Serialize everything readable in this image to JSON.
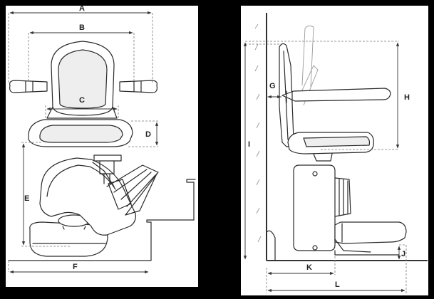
{
  "dimension_labels": {
    "A": "A",
    "B": "B",
    "C": "C",
    "D": "D",
    "E": "E",
    "F": "F",
    "G": "G",
    "H": "H",
    "I": "I",
    "J": "J",
    "K": "K",
    "L": "L"
  },
  "colors": {
    "frame": "#000000",
    "paper": "#ffffff",
    "line": "#2a2a2a",
    "seat_shade": "#eeeeee"
  }
}
